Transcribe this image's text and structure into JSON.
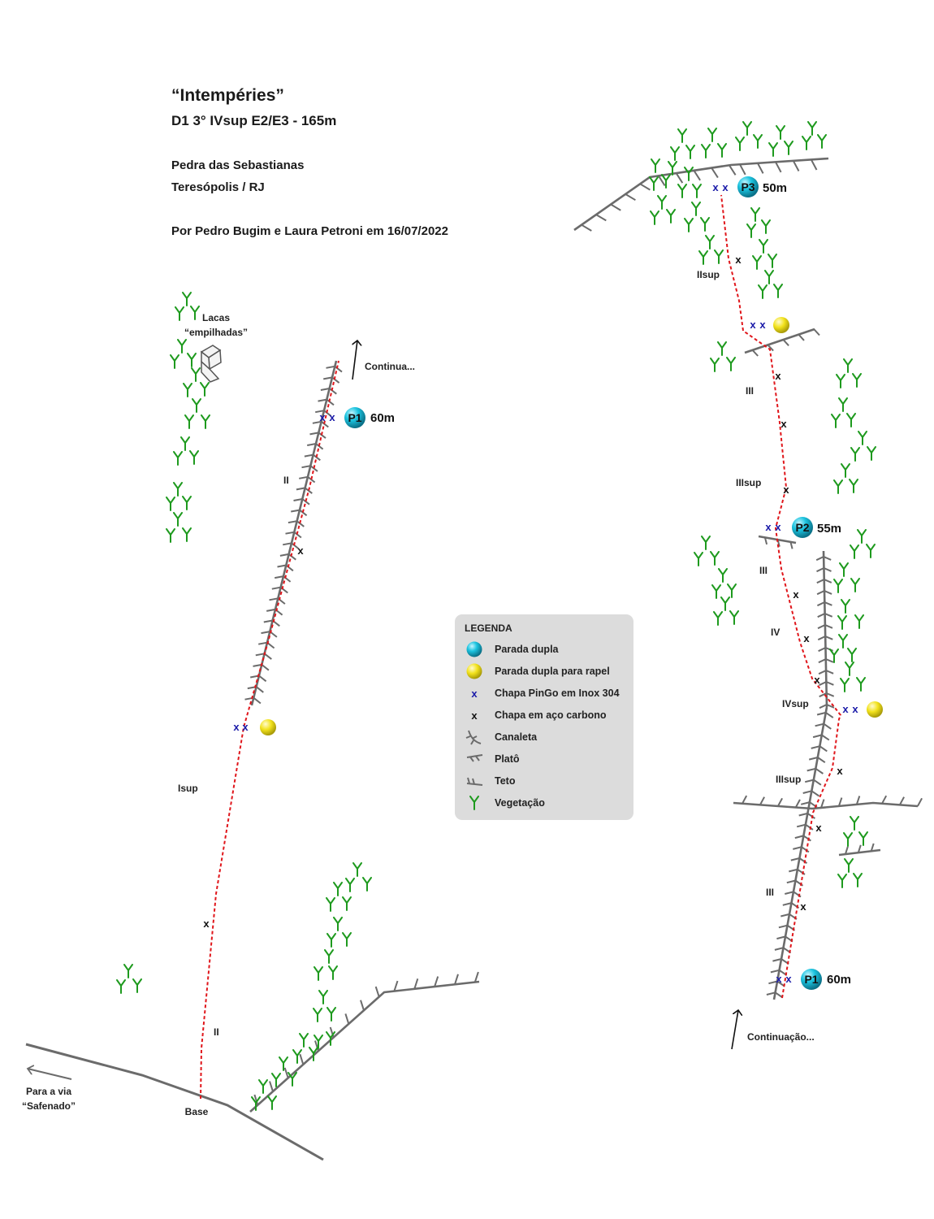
{
  "header": {
    "title": "“Intempéries”",
    "subtitle": "D1 3° IVsup E2/E3 - 165m",
    "location": "Pedra das Sebastianas",
    "city": "Teresópolis / RJ",
    "credits": "Por Pedro Bugim e Laura Petroni em 16/07/2022"
  },
  "labels": {
    "base": "Base",
    "to_route_line1": "Para a via",
    "to_route_line2": "“Safenado”",
    "continues": "Continua...",
    "continuation": "Continuação...",
    "flakes_line1": "Lacas",
    "flakes_line2": "“empilhadas”"
  },
  "grades": {
    "left_ii_top": "II",
    "left_isup": "Isup",
    "left_ii_bottom": "II",
    "right_iisup": "IIsup",
    "right_iii_a": "III",
    "right_iiisup_a": "IIIsup",
    "right_iii_b": "III",
    "right_iv": "IV",
    "right_ivsup": "IVsup",
    "right_iiisup_b": "IIIsup",
    "right_iii_c": "III"
  },
  "belays": {
    "p1_left": {
      "label": "P1",
      "distance": "60m"
    },
    "p1_right": {
      "label": "P1",
      "distance": "60m"
    },
    "p2": {
      "label": "P2",
      "distance": "55m"
    },
    "p3": {
      "label": "P3",
      "distance": "50m"
    }
  },
  "bolt_symbol": "x",
  "legend": {
    "title": "LEGENDA",
    "items": [
      {
        "symbol": "cyan-ball-icon",
        "label": "Parada dupla"
      },
      {
        "symbol": "yellow-ball-icon",
        "label": "Parada dupla para rapel"
      },
      {
        "symbol": "blue-x-icon",
        "label": "Chapa PinGo em Inox 304"
      },
      {
        "symbol": "black-x-icon",
        "label": "Chapa em aço carbono"
      },
      {
        "symbol": "gully-icon",
        "label": "Canaleta"
      },
      {
        "symbol": "ledge-icon",
        "label": "Platô"
      },
      {
        "symbol": "roof-icon",
        "label": "Teto"
      },
      {
        "symbol": "vegetation-icon",
        "label": "Vegetação"
      }
    ]
  },
  "colors": {
    "route": "#e0161b",
    "rock_line": "#6b6b6b",
    "vegetation": "#1e9a1e",
    "stainless_bolt": "#1a1aa8",
    "carbon_bolt": "#111111",
    "belay_cyan": "#1cc4e0",
    "belay_yellow": "#f2e21c",
    "legend_bg": "#dcdcdc"
  }
}
